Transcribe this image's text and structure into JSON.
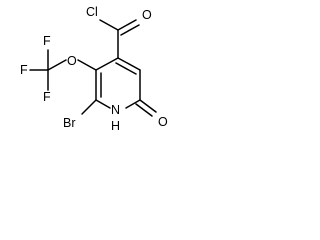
{
  "molecule": {
    "atoms": [
      {
        "id": "Cl",
        "label": "Cl"
      },
      {
        "id": "O_carbonyl",
        "label": "O"
      },
      {
        "id": "O_ether",
        "label": "O"
      },
      {
        "id": "F_top",
        "label": "F"
      },
      {
        "id": "F_left",
        "label": "F"
      },
      {
        "id": "F_bottom",
        "label": "F"
      },
      {
        "id": "Br",
        "label": "Br"
      },
      {
        "id": "NH",
        "label": "H"
      },
      {
        "id": "NH_N",
        "label": "N"
      },
      {
        "id": "O_ring",
        "label": "O"
      }
    ],
    "colors": {
      "bond": "#000000",
      "text": "#000000",
      "background": "#ffffff"
    }
  }
}
